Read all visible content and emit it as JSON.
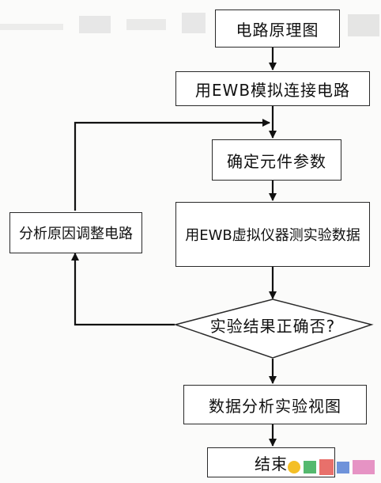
{
  "diagram": {
    "nodes": {
      "schematic": "电路原理图",
      "ewb_connect": "用EWB模拟连接电路",
      "params": "确定元件参数",
      "measure": "用EWB虚拟仪器测实验数据",
      "decision": "实验结果正确否?",
      "analyze_adjust": "分析原因调整电路",
      "analysis_view": "数据分析实验视图",
      "end": "结束"
    }
  },
  "colors": {
    "line": "#111111",
    "box_border": "#2a2a2a",
    "background": "#fbfbfa"
  }
}
